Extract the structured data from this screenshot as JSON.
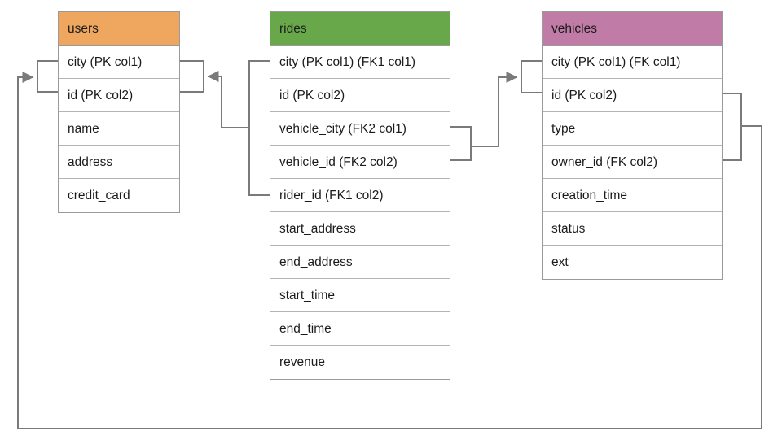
{
  "diagram": {
    "title": "ride-sharing schema ER diagram",
    "background": "#ffffff",
    "line_color": "#7a7a7a"
  },
  "tables": [
    {
      "id": "users",
      "name": "users",
      "header_color": "#EFA65E",
      "columns": [
        "city (PK col1)",
        "id (PK col2)",
        "name",
        "address",
        "credit_card"
      ]
    },
    {
      "id": "rides",
      "name": "rides",
      "header_color": "#68A84B",
      "columns": [
        "city (PK col1) (FK1 col1)",
        "id (PK col2)",
        "vehicle_city (FK2 col1)",
        "vehicle_id (FK2 col2)",
        "rider_id (FK1 col2)",
        "start_address",
        "end_address",
        "start_time",
        "end_time",
        "revenue"
      ]
    },
    {
      "id": "vehicles",
      "name": "vehicles",
      "header_color": "#C07BA6",
      "columns": [
        "city (PK col1) (FK col1)",
        "id (PK col2)",
        "type",
        "owner_id (FK col2)",
        "creation_time",
        "status",
        "ext"
      ]
    }
  ],
  "relationships": [
    {
      "id": "rides-fk1-users",
      "from_table": "rides",
      "from_columns": [
        "city (PK col1) (FK1 col1)",
        "rider_id (FK1 col2)"
      ],
      "to_table": "users",
      "to_columns": [
        "city (PK col1)",
        "id (PK col2)"
      ],
      "label": "rides FK1 references users primary key"
    },
    {
      "id": "rides-fk2-vehicles",
      "from_table": "rides",
      "from_columns": [
        "vehicle_city (FK2 col1)",
        "vehicle_id (FK2 col2)"
      ],
      "to_table": "vehicles",
      "to_columns": [
        "city (PK col1) (FK col1)",
        "id (PK col2)"
      ],
      "label": "rides FK2 references vehicles primary key"
    },
    {
      "id": "vehicles-fk-users",
      "from_table": "vehicles",
      "from_columns": [
        "city (PK col1) (FK col1)",
        "owner_id (FK col2)"
      ],
      "to_table": "users",
      "to_columns": [
        "city (PK col1)",
        "id (PK col2)"
      ],
      "label": "vehicles FK references users primary key"
    }
  ]
}
